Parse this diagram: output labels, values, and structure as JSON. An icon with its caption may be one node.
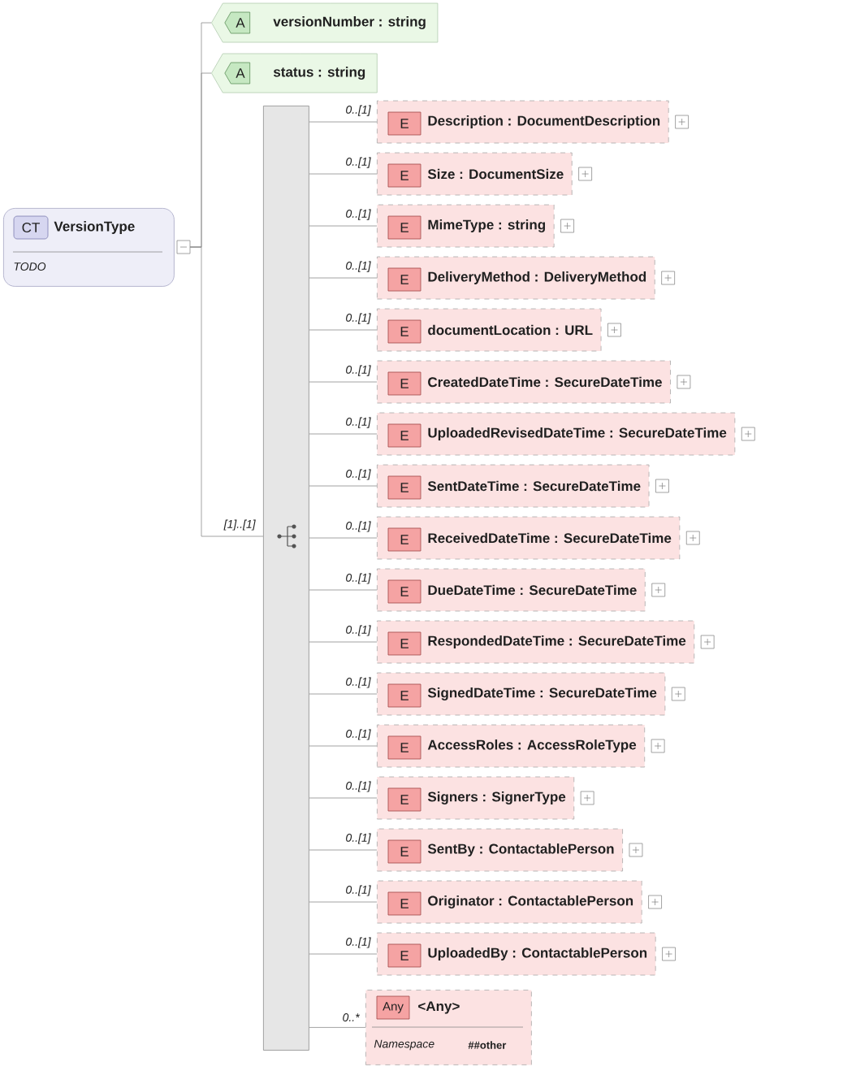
{
  "diagram": {
    "nodes": [
      {
        "text": [
          "CT",
          "VersionType",
          "TODO"
        ]
      },
      {
        "text": [
          "A",
          "versionNumber : string"
        ]
      },
      {
        "text": [
          "A",
          "status : string"
        ]
      },
      {
        "text": [],
        "shape": "bar"
      },
      {
        "text": [
          "E",
          "Description : DocumentDescription"
        ]
      },
      {
        "text": [
          "E",
          "Size : DocumentSize"
        ]
      },
      {
        "text": [
          "E",
          "MimeType : string"
        ]
      },
      {
        "text": [
          "E",
          "DeliveryMethod : DeliveryMethod"
        ]
      },
      {
        "text": [
          "E",
          "documentLocation : URL"
        ]
      },
      {
        "text": [
          "E",
          "CreatedDateTime : SecureDateTime"
        ]
      },
      {
        "text": [
          "E",
          "UploadedRevisedDateTime : SecureDateTime"
        ]
      },
      {
        "text": [
          "E",
          "SentDateTime : SecureDateTime"
        ]
      },
      {
        "text": [
          "E",
          "ReceivedDateTime : SecureDateTime"
        ]
      },
      {
        "text": [
          "E",
          "DueDateTime : SecureDateTime"
        ]
      },
      {
        "text": [
          "E",
          "RespondedDateTime : SecureDateTime"
        ]
      },
      {
        "text": [
          "E",
          "SignedDateTime : SecureDateTime"
        ]
      },
      {
        "text": [
          "E",
          "AccessRoles : AccessRoleType"
        ]
      },
      {
        "text": [
          "E",
          "Signers : SignerType"
        ]
      },
      {
        "text": [
          "E",
          "SentBy : ContactablePerson"
        ]
      },
      {
        "text": [
          "E",
          "Originator : ContactablePerson"
        ]
      },
      {
        "text": [
          "E",
          "UploadedBy : ContactablePerson"
        ]
      },
      {
        "text": [
          "Any",
          "<Any>",
          "Namespace",
          "##other"
        ]
      }
    ],
    "edges": [
      {
        "from": 0,
        "to": 1,
        "arrow": "none"
      },
      {
        "from": 0,
        "to": 2,
        "arrow": "none"
      },
      {
        "from": 0,
        "to": 3,
        "arrow": "none",
        "label": "[1]..[1]"
      },
      {
        "from": 3,
        "to": 4,
        "arrow": "none",
        "label": "0..[1]"
      },
      {
        "from": 3,
        "to": 5,
        "arrow": "none",
        "label": "0..[1]"
      },
      {
        "from": 3,
        "to": 6,
        "arrow": "none",
        "label": "0..[1]"
      },
      {
        "from": 3,
        "to": 7,
        "arrow": "none",
        "label": "0..[1]"
      },
      {
        "from": 3,
        "to": 8,
        "arrow": "none",
        "label": "0..[1]"
      },
      {
        "from": 3,
        "to": 9,
        "arrow": "none",
        "label": "0..[1]"
      },
      {
        "from": 3,
        "to": 10,
        "arrow": "none",
        "label": "0..[1]"
      },
      {
        "from": 3,
        "to": 11,
        "arrow": "none",
        "label": "0..[1]"
      },
      {
        "from": 3,
        "to": 12,
        "arrow": "none",
        "label": "0..[1]"
      },
      {
        "from": 3,
        "to": 13,
        "arrow": "none",
        "label": "0..[1]"
      },
      {
        "from": 3,
        "to": 14,
        "arrow": "none",
        "label": "0..[1]"
      },
      {
        "from": 3,
        "to": 15,
        "arrow": "none",
        "label": "0..[1]"
      },
      {
        "from": 3,
        "to": 16,
        "arrow": "none",
        "label": "0..[1]"
      },
      {
        "from": 3,
        "to": 17,
        "arrow": "none",
        "label": "0..[1]"
      },
      {
        "from": 3,
        "to": 18,
        "arrow": "none",
        "label": "0..[1]"
      },
      {
        "from": 3,
        "to": 19,
        "arrow": "none",
        "label": "0..[1]"
      },
      {
        "from": 3,
        "to": 20,
        "arrow": "none",
        "label": "0..[1]"
      },
      {
        "from": 3,
        "to": 21,
        "arrow": "none",
        "label": "0..*"
      }
    ]
  }
}
